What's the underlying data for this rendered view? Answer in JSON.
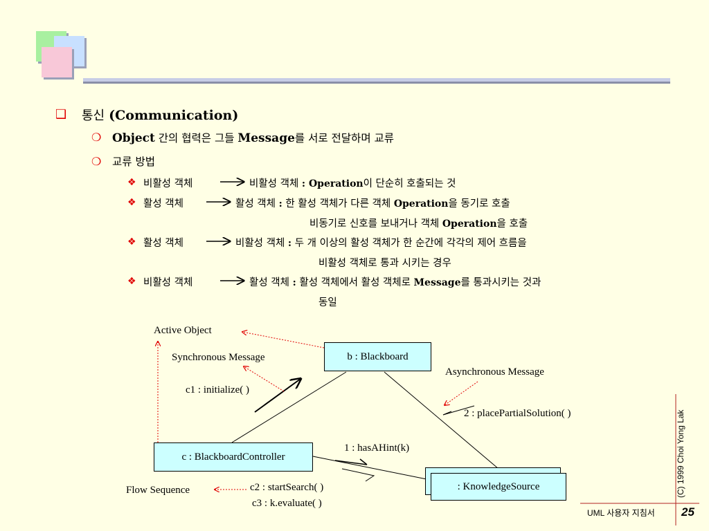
{
  "heading": {
    "kr": "통신",
    "en": "(Communication)"
  },
  "sub1": {
    "en1": "Object",
    "kr1": " 간의 협력은 그들 ",
    "en2": "Message",
    "kr2": "를 서로 전달하며 교류"
  },
  "sub2": "교류 방법",
  "items": [
    {
      "left": "비활성 객체",
      "right_a": "비활성 객체 ",
      "bold": ": Operation",
      "right_b": "이 단순히 호출되는 것",
      "cont": ""
    },
    {
      "left": "활성 객체",
      "right_a": "활성 객체 ",
      "bold": ":",
      "right_b": " 한 활성 객체가 다른 객체 ",
      "bold2": "Operation",
      "right_c": "을 동기로 호출",
      "cont_a": "비동기로 신호를 보내거나 객체 ",
      "cont_bold": "Operation",
      "cont_b": "을 호출"
    },
    {
      "left": "활성 객체",
      "right_a": "비활성 객체 ",
      "bold": ":",
      "right_b": " 두 개 이상의 활성 객체가 한 순간에 각각의 제어 흐름을",
      "cont": "비활성 객체로 통과 시키는 경우"
    },
    {
      "left": "비활성 객체",
      "right_a": "활성 객체 ",
      "bold": ":",
      "right_b": " 활성 객체에서 활성 객체로 ",
      "bold2": "Message",
      "right_c": "를 통과시키는 것과",
      "cont": "동일"
    }
  ],
  "diagram": {
    "active_object": "Active Object",
    "sync_message": "Synchronous Message",
    "async_message": "Asynchronous Message",
    "flow_sequence": "Flow Sequence",
    "blackboard": "b : Blackboard",
    "controller": "c : BlackboardController",
    "knowledge": ": KnowledgeSource",
    "c1": "c1 : initialize( )",
    "m2": "2 : placePartialSolution( )",
    "m1": "1 : hasAHint(k)",
    "c2": "c2 : startSearch( )",
    "c3": "c3 : k.evaluate( )"
  },
  "copyright": "(C) 1999  Choi Yong Lak",
  "footer": {
    "title": "UML 사용자 지침서",
    "page": "25"
  },
  "colors": {
    "accent": "#e00000",
    "box_fill": "#ccffff",
    "background": "#ffffe5"
  }
}
